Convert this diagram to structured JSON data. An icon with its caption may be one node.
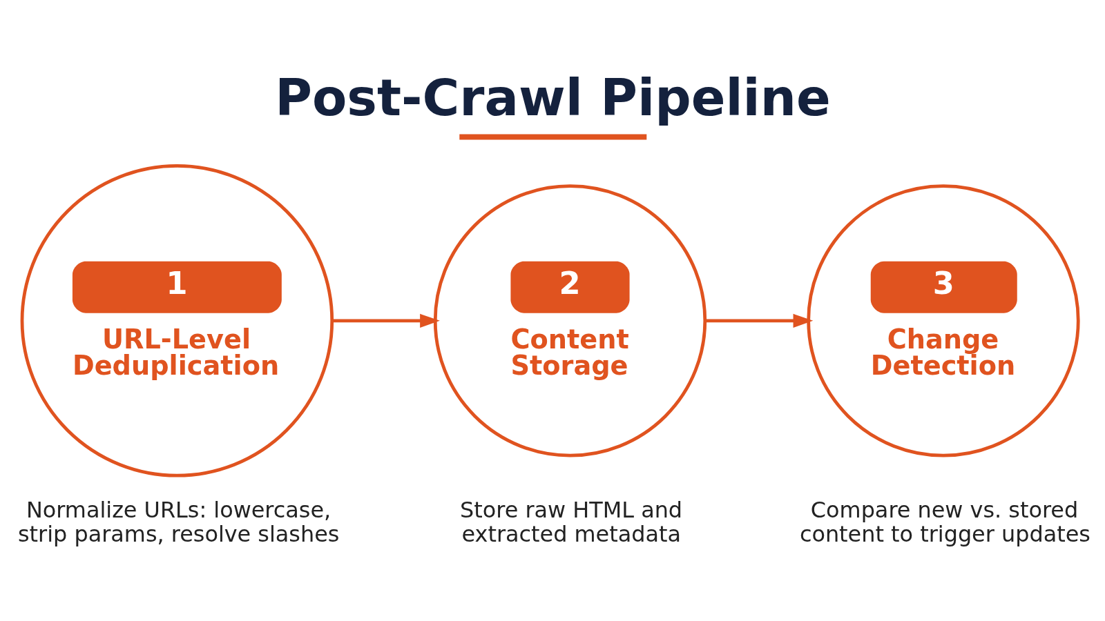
{
  "diagram": {
    "title": "Post-Crawl Pipeline",
    "nodes": [
      {
        "text": [
          "1",
          "URL-Level Deduplication"
        ],
        "beside": [
          "Normalize URLs: lowercase, strip params, resolve slashes"
        ]
      },
      {
        "text": [
          "2",
          "Content Storage"
        ],
        "beside": [
          "Store raw HTML and extracted metadata"
        ]
      },
      {
        "text": [
          "3",
          "Change Detection"
        ],
        "beside": [
          "Compare new vs. stored content to trigger updates"
        ]
      }
    ],
    "edges": [
      {
        "from": 0,
        "to": 1,
        "arrow": "to"
      },
      {
        "from": 1,
        "to": 2,
        "arrow": "to"
      }
    ]
  }
}
